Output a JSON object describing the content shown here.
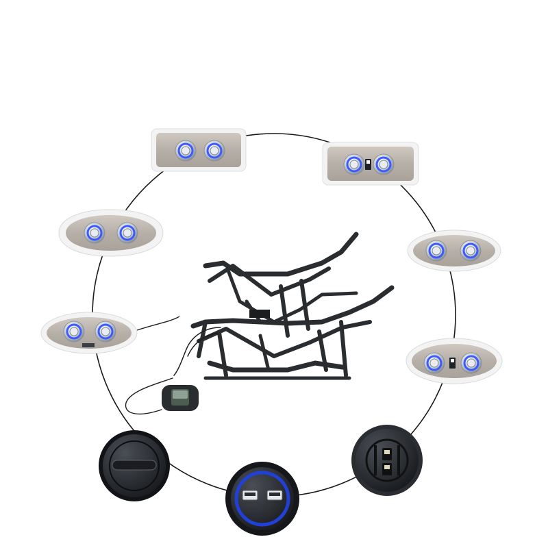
{
  "scene": {
    "background": "#ffffff",
    "ring_color": "#1a1a1a",
    "panel_color": "#bdb6ae",
    "panel_rim": "#f2f2f2",
    "led_color": "#3b5bff",
    "frame_color": "#2a2d2f",
    "puck_color": "#2b2e33",
    "usb_accent": "#2140d8"
  },
  "products": [
    {
      "name": "rect-two-button-switch",
      "icon": "two-button-icon"
    },
    {
      "name": "rect-two-button-usb-switch",
      "icon": "usb-icon"
    },
    {
      "name": "oval-two-button-switch-right",
      "icon": "two-button-icon"
    },
    {
      "name": "oval-two-button-usb-switch-right",
      "icon": "usb-icon"
    },
    {
      "name": "round-dual-usb-port",
      "icon": "usb-icon"
    },
    {
      "name": "round-usb-port-recessed",
      "icon": "usb-icon"
    },
    {
      "name": "round-blank-cover",
      "icon": "blank-cover-icon"
    },
    {
      "name": "wired-oval-two-button-switch",
      "icon": "two-button-icon"
    },
    {
      "name": "peanut-two-button-switch",
      "icon": "two-button-icon"
    },
    {
      "name": "recliner-lift-mechanism",
      "icon": "frame-icon"
    },
    {
      "name": "handheld-remote",
      "icon": "remote-icon"
    }
  ]
}
